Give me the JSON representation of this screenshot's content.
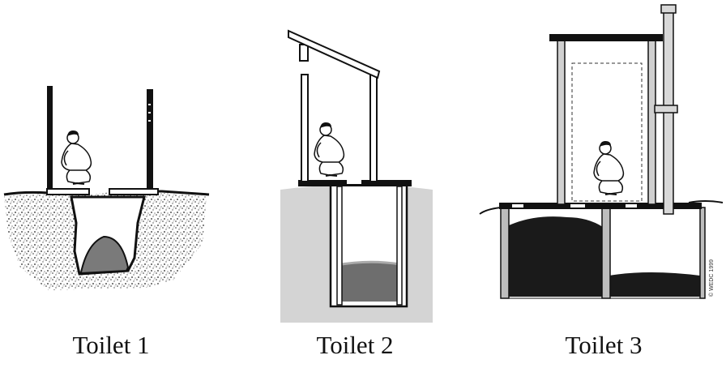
{
  "figure": {
    "captions": [
      "Toilet 1",
      "Toilet 2",
      "Toilet 3"
    ],
    "credit": "© WEDC 1999"
  },
  "colors": {
    "ink": "#111111",
    "pit_fill": "#808080",
    "soil_light": "#d6d6d6",
    "waste_dark": "#1a1a1a",
    "frame_gray": "#b8b8b8"
  }
}
